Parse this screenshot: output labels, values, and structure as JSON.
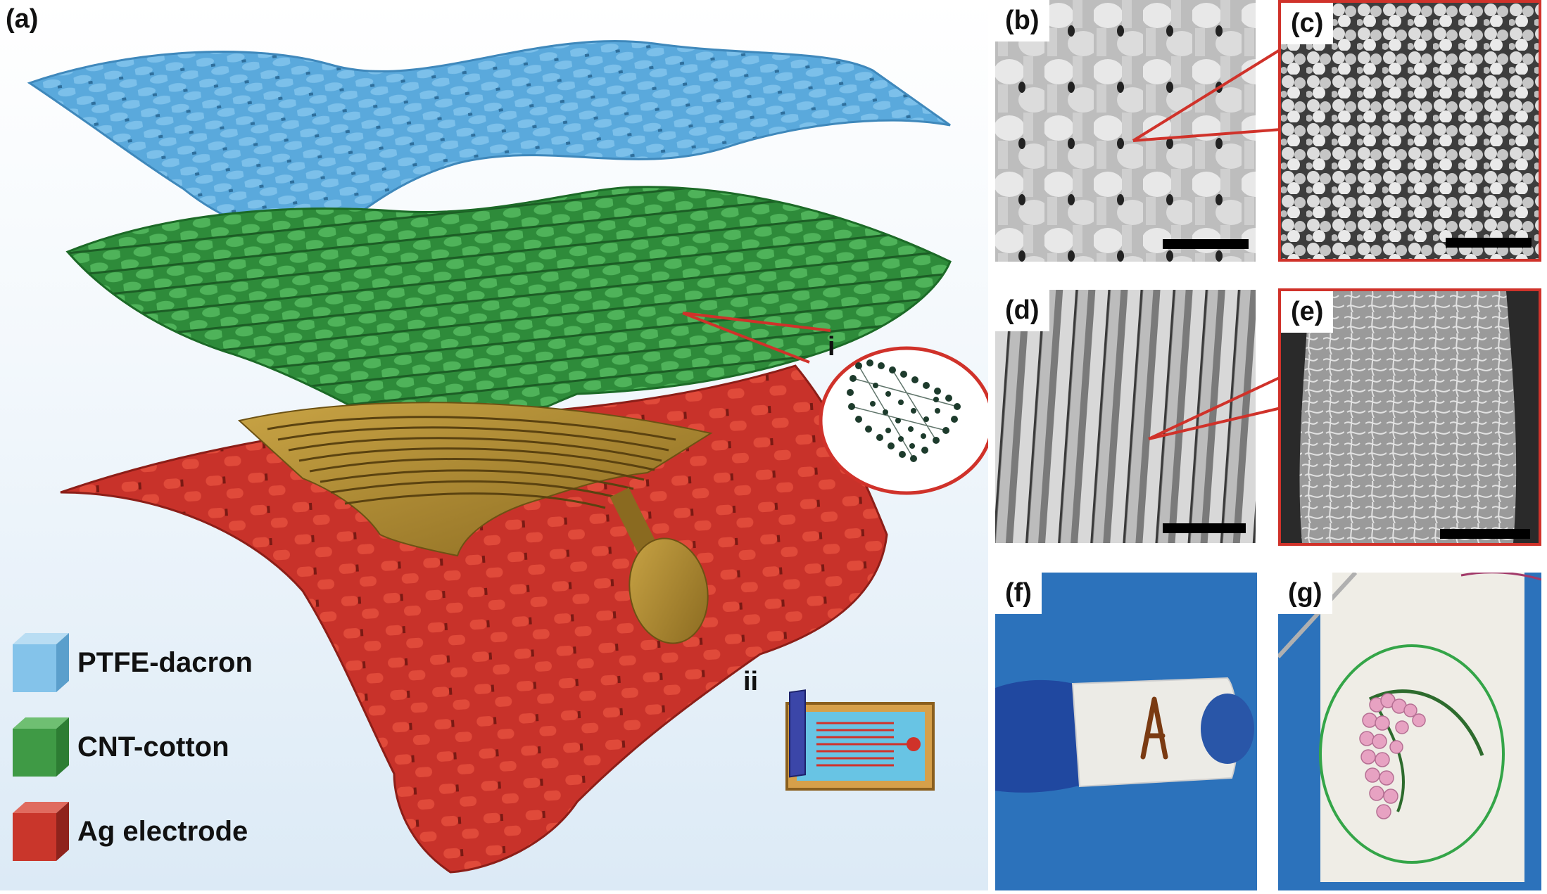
{
  "panels": {
    "a": "(a)",
    "b": "(b)",
    "c": "(c)",
    "d": "(d)",
    "e": "(e)",
    "f": "(f)",
    "g": "(g)"
  },
  "annotations": {
    "i": "i",
    "ii": "ii"
  },
  "legend": [
    {
      "label": "PTFE-dacron",
      "color": "#6fb3e0"
    },
    {
      "label": "CNT-cotton",
      "color": "#3f9a45"
    },
    {
      "label": "Ag electrode",
      "color": "#c9362b"
    }
  ],
  "photo_f": {
    "letter": "A"
  },
  "colors": {
    "highlight": "#d0322a",
    "blue_layer": "#5faee0",
    "green_layer": "#2f8f3c",
    "red_layer": "#d8392c",
    "gold_electrode": "#b08c2e",
    "photo_background": "#2a6fb8"
  }
}
